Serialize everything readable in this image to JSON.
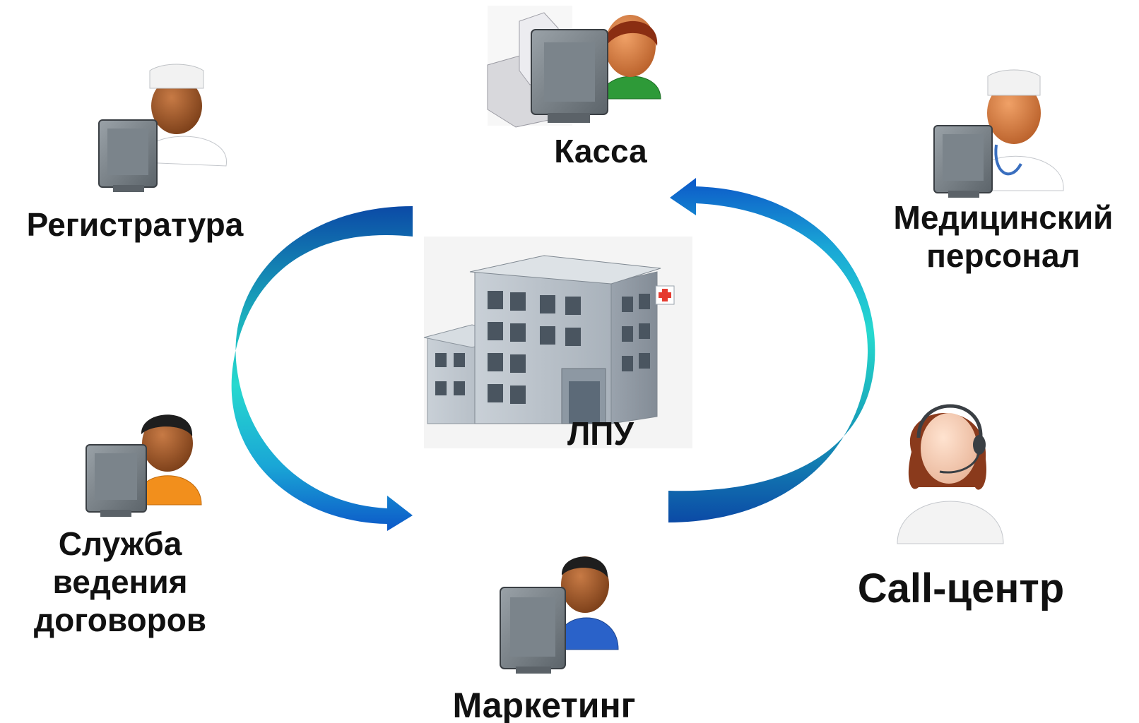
{
  "center": {
    "label": "ЛПУ"
  },
  "nodes": {
    "kassa": {
      "label": "Касса"
    },
    "registratura": {
      "label": "Регистратура"
    },
    "medical": {
      "line1": "Медицинский",
      "line2": "персонал"
    },
    "contracts": {
      "line1": "Служба",
      "line2": "ведения",
      "line3": "договоров"
    },
    "marketing": {
      "label": "Маркетинг"
    },
    "callcenter": {
      "label": "Call-центр"
    }
  },
  "colors": {
    "arrow_dark": "#0a4aa8",
    "arrow_light": "#22d6cc",
    "label_text": "#111111",
    "building": "#b8c0c8"
  }
}
